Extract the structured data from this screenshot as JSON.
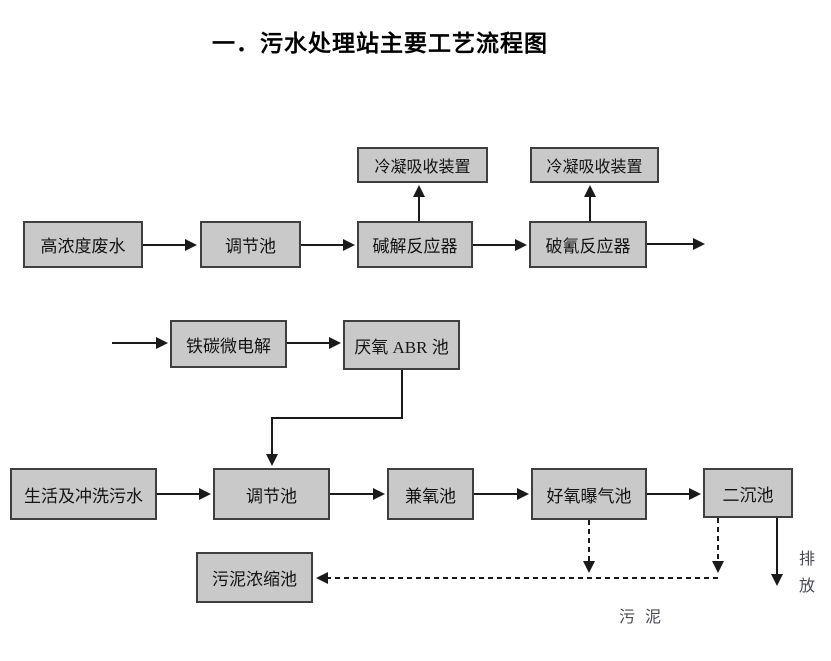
{
  "title": "一．污水处理站主要工艺流程图",
  "diagram": {
    "nodes": {
      "condenser_1": "冷凝吸收装置",
      "condenser_2": "冷凝吸收装置",
      "high_concentration_wastewater": "高浓度废水",
      "regulating_tank_top": "调节池",
      "alkaline_hydrolysis_reactor": "碱解反应器",
      "cyanide_breaking_reactor": "破氰反应器",
      "iron_carbon_micro_electrolysis": "铁碳微电解",
      "anaerobic_abr_tank": "厌氧 ABR 池",
      "domestic_flushing_sewage": "生活及冲洗污水",
      "regulating_tank_bottom": "调节池",
      "facultative_tank": "兼氧池",
      "aerobic_aeration_tank": "好氧曝气池",
      "secondary_sedimentation_tank": "二沉池",
      "sludge_thickening_tank": "污泥浓缩池"
    },
    "annotations": {
      "discharge": "排放",
      "sludge": "污 泥"
    },
    "colors": {
      "box_fill": "#c9c9c9",
      "box_border": "#3f3f3f",
      "line": "#1a1a1a"
    }
  }
}
